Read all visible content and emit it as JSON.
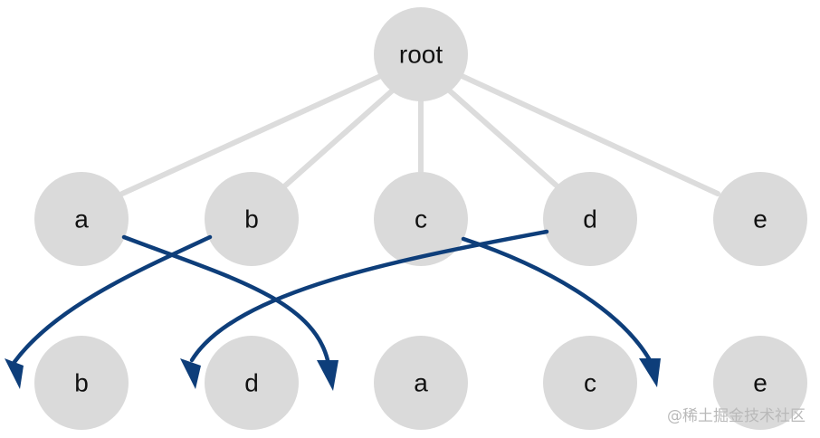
{
  "tree": {
    "root": {
      "label": "root"
    },
    "children": [
      {
        "label": "a"
      },
      {
        "label": "b"
      },
      {
        "label": "c"
      },
      {
        "label": "d"
      },
      {
        "label": "e"
      }
    ]
  },
  "reordered": [
    {
      "label": "b"
    },
    {
      "label": "d"
    },
    {
      "label": "a"
    },
    {
      "label": "c"
    },
    {
      "label": "e"
    }
  ],
  "moves": [
    {
      "from": "a",
      "to": "a"
    },
    {
      "from": "b",
      "to": "b"
    },
    {
      "from": "c",
      "to": "c"
    },
    {
      "from": "d",
      "to": "d"
    }
  ],
  "colors": {
    "node_fill": "#dadada",
    "edge": "#dcdcdc",
    "arrow": "#0e3e7a"
  },
  "watermark": "@稀土掘金技术社区"
}
